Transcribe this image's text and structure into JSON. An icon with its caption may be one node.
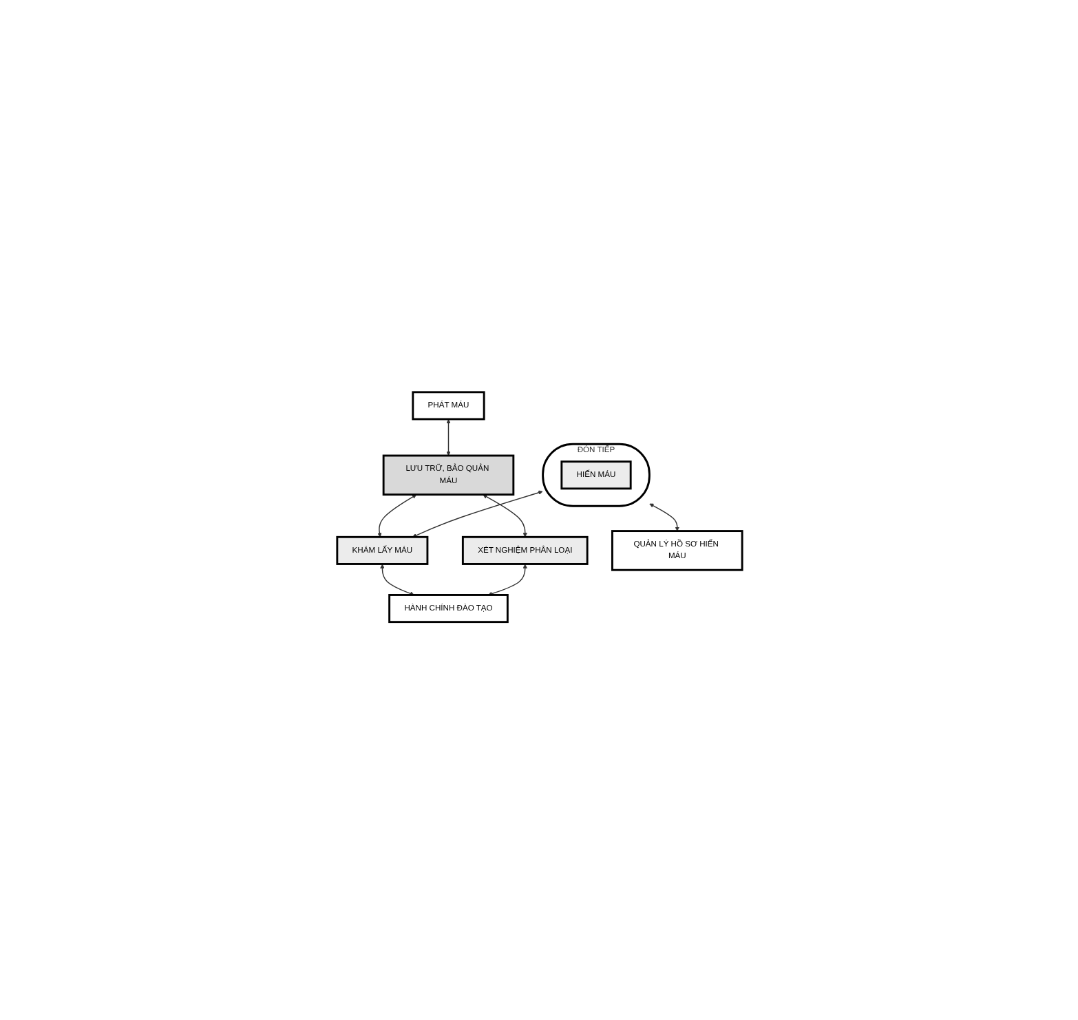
{
  "diagram": {
    "nodes": [
      {
        "text": [
          "PHÁT MÁU"
        ]
      },
      {
        "text": [
          "LƯU TRỮ, BẢO QUẢN MÁU"
        ]
      },
      {
        "text": [
          "ĐÓN TIẾP"
        ]
      },
      {
        "text": [
          "HIẾN MÁU"
        ],
        "in": 2
      },
      {
        "text": [
          "KHÁM LẤY MÁU"
        ]
      },
      {
        "text": [
          "XÉT NGHIỆM PHÂN LOẠI"
        ]
      },
      {
        "text": [
          "QUẢN LÝ HỒ SƠ HIẾN MÁU"
        ]
      },
      {
        "text": [
          "HÀNH CHÍNH ĐÀO TẠO"
        ]
      }
    ],
    "edges": [
      {
        "from": 0,
        "to": 1,
        "arrow": "both"
      },
      {
        "from": 1,
        "to": 4,
        "arrow": "both"
      },
      {
        "from": 1,
        "to": 5,
        "arrow": "both"
      },
      {
        "from": 2,
        "to": 4,
        "arrow": "both"
      },
      {
        "from": 2,
        "to": 6,
        "arrow": "both"
      },
      {
        "from": 4,
        "to": 7,
        "arrow": "both"
      },
      {
        "from": 5,
        "to": 7,
        "arrow": "both"
      }
    ]
  }
}
